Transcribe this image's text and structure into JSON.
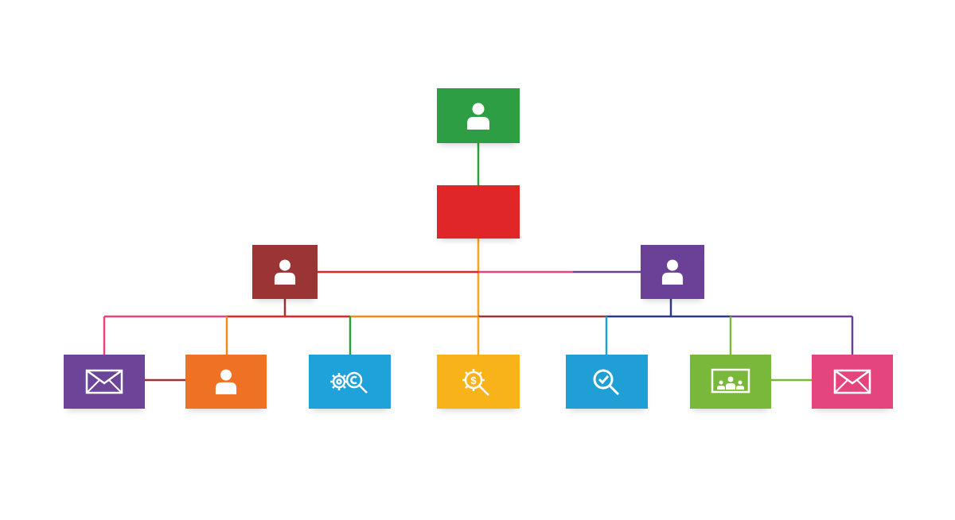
{
  "diagram": {
    "nodes": [
      {
        "id": "top-manager",
        "icon": "person-icon",
        "color": "#2e9e44"
      },
      {
        "id": "central-hub",
        "icon": "",
        "color": "#e1262a"
      },
      {
        "id": "left-manager",
        "icon": "person-icon",
        "color": "#9b3434"
      },
      {
        "id": "right-manager",
        "icon": "person-icon",
        "color": "#6b4097"
      },
      {
        "id": "mail-left",
        "icon": "envelope-icon",
        "color": "#6d4598"
      },
      {
        "id": "person-orange",
        "icon": "person-icon",
        "color": "#ef7124"
      },
      {
        "id": "gears-search",
        "icon": "gear-search-icon",
        "color": "#1ea2d9"
      },
      {
        "id": "dollar-search",
        "icon": "dollar-gear-search-icon",
        "color": "#f9b31a"
      },
      {
        "id": "magnifier-check",
        "icon": "magnifier-check-icon",
        "color": "#1f9fd6"
      },
      {
        "id": "presentation-board",
        "icon": "presentation-icon",
        "color": "#7ab83c"
      },
      {
        "id": "mail-right",
        "icon": "envelope-icon",
        "color": "#e5457f"
      }
    ],
    "connector_colors": {
      "green": "#2e9e44",
      "red": "#e1262a",
      "orange": "#f28b1e",
      "yellow": "#f9b31a",
      "pink": "#e5457f",
      "purple": "#6b4097",
      "navy": "#2f3a86",
      "maroon": "#9b3434",
      "blue": "#1ea2d9",
      "lime": "#7ab83c"
    }
  }
}
